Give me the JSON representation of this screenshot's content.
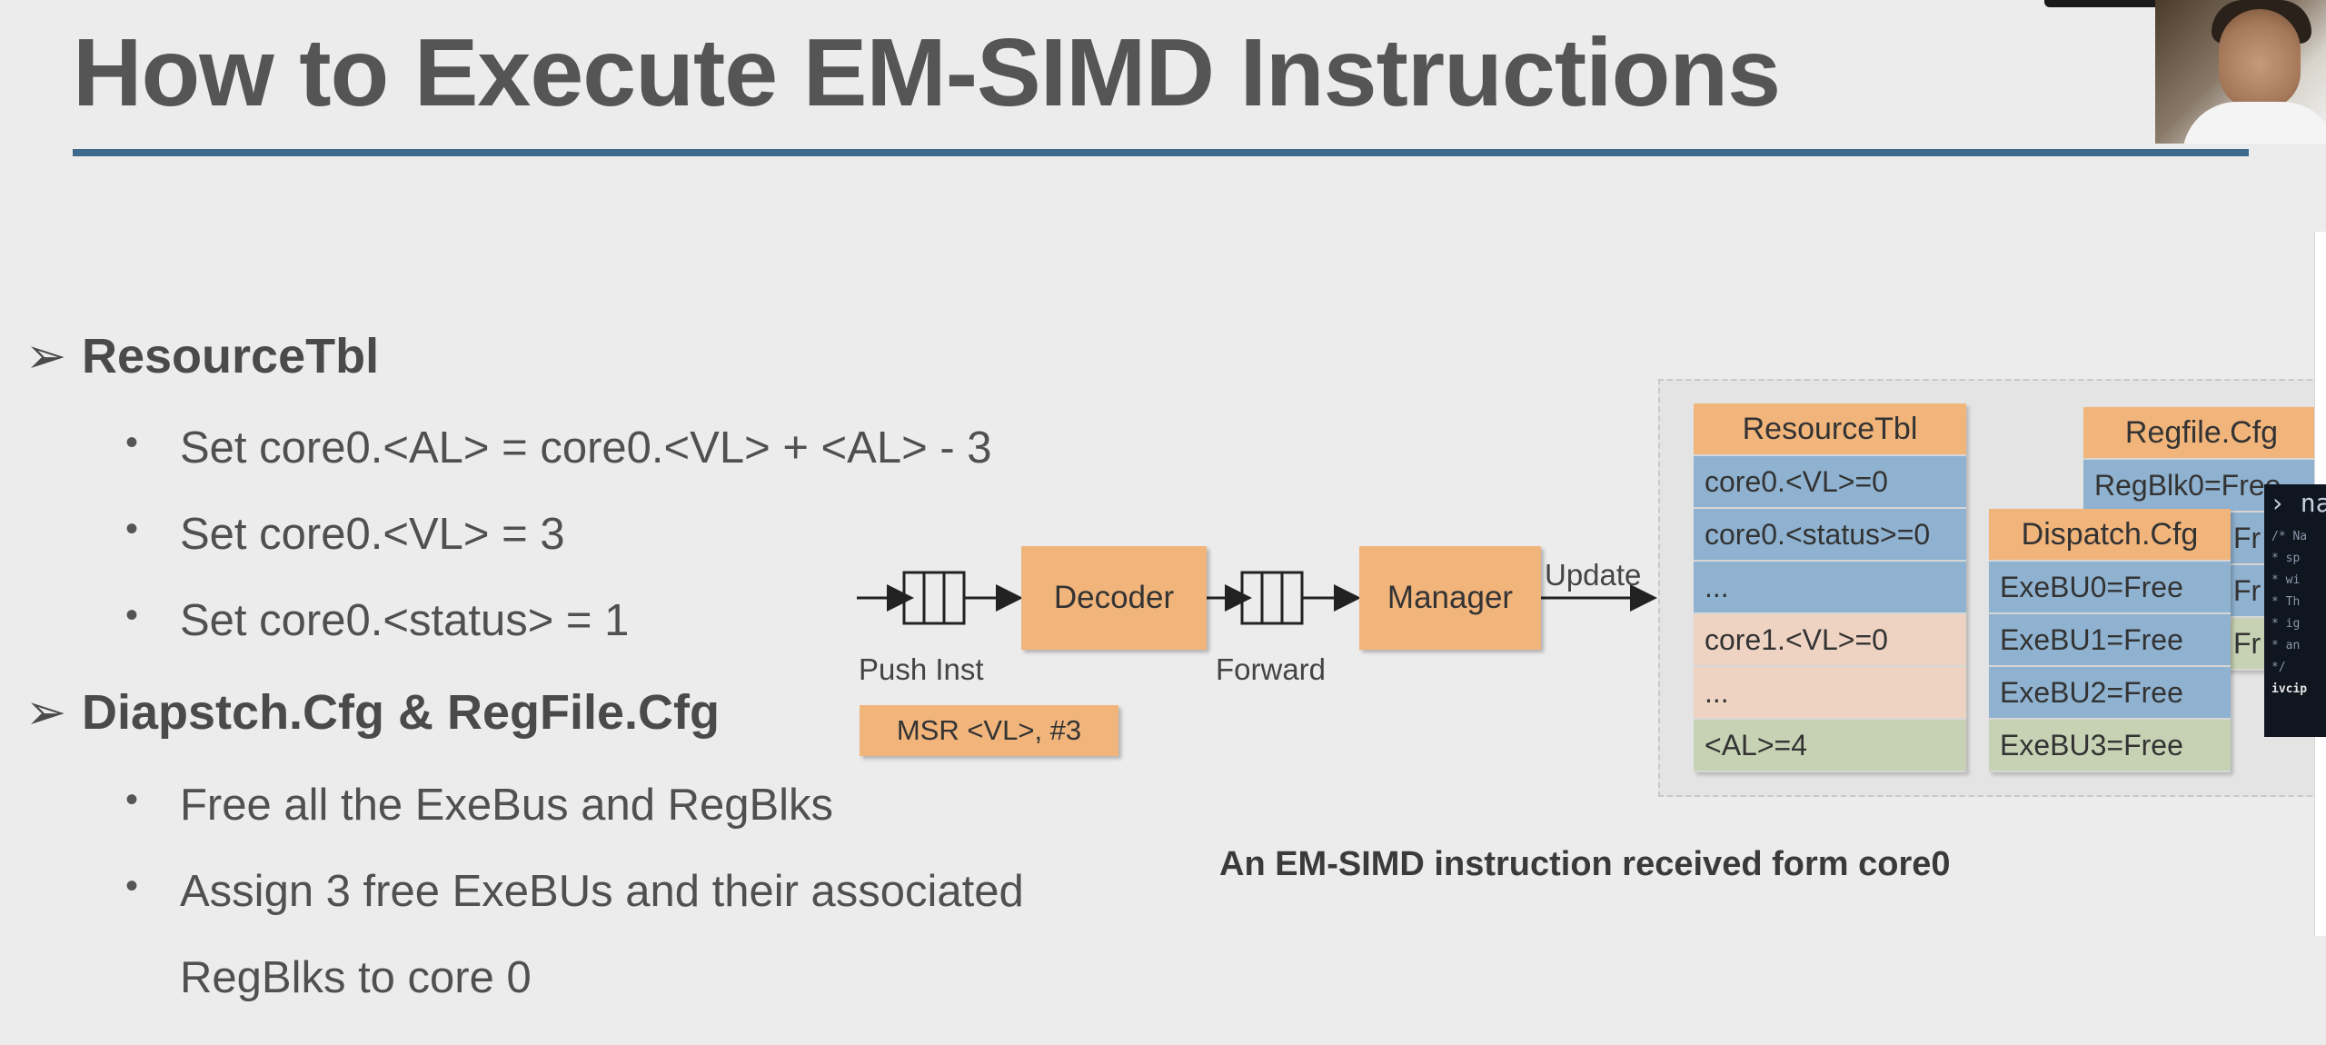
{
  "slide": {
    "title": "How to Execute EM-SIMD Instructions",
    "arrow_glyph": "➢",
    "bullet_glyph": "•",
    "sections": [
      {
        "heading": "ResourceTbl",
        "bullets": [
          "Set core0.<AL> = core0.<VL> + <AL> - 3",
          "Set core0.<VL> = 3",
          "Set core0.<status> = 1"
        ]
      },
      {
        "heading": "Diapstch.Cfg & RegFile.Cfg",
        "bullets": [
          "Free all the ExeBus and RegBlks",
          "Assign 3 free ExeBUs and their associated",
          "RegBlks to core 0"
        ]
      }
    ]
  },
  "diagram": {
    "push_label": "Push Inst",
    "decoder": "Decoder",
    "forward_label": "Forward",
    "manager": "Manager",
    "update_label": "Update",
    "instruction": "MSR <VL>, #3",
    "resource_tbl": {
      "header": "ResourceTbl",
      "rows": [
        "core0.<VL>=0",
        "core0.<status>=0",
        "...",
        "core1.<VL>=0",
        "...",
        "<AL>=4"
      ]
    },
    "dispatch_cfg": {
      "header": "Dispatch.Cfg",
      "rows": [
        "ExeBU0=Free",
        "ExeBU1=Free",
        "ExeBU2=Free",
        "ExeBU3=Free"
      ]
    },
    "regfile_cfg": {
      "header": "Regfile.Cfg",
      "rows": [
        "RegBlk0=Free",
        "Fr",
        "Fr",
        "Fr"
      ]
    },
    "caption": "An EM-SIMD instruction received form core0"
  },
  "code_overlay": {
    "top_text": "› na",
    "lines": [
      "/* Na",
      " * sp",
      " * wi",
      " * Th",
      " * ig",
      " * an",
      " */",
      "ivcip"
    ]
  },
  "colors": {
    "title_rule": "#3f6a8e",
    "box_orange": "#f1b57c",
    "row_blue": "#8fb2d0",
    "row_pink": "#efd3c2",
    "row_green": "#c7d2b5",
    "background": "#ececec"
  }
}
